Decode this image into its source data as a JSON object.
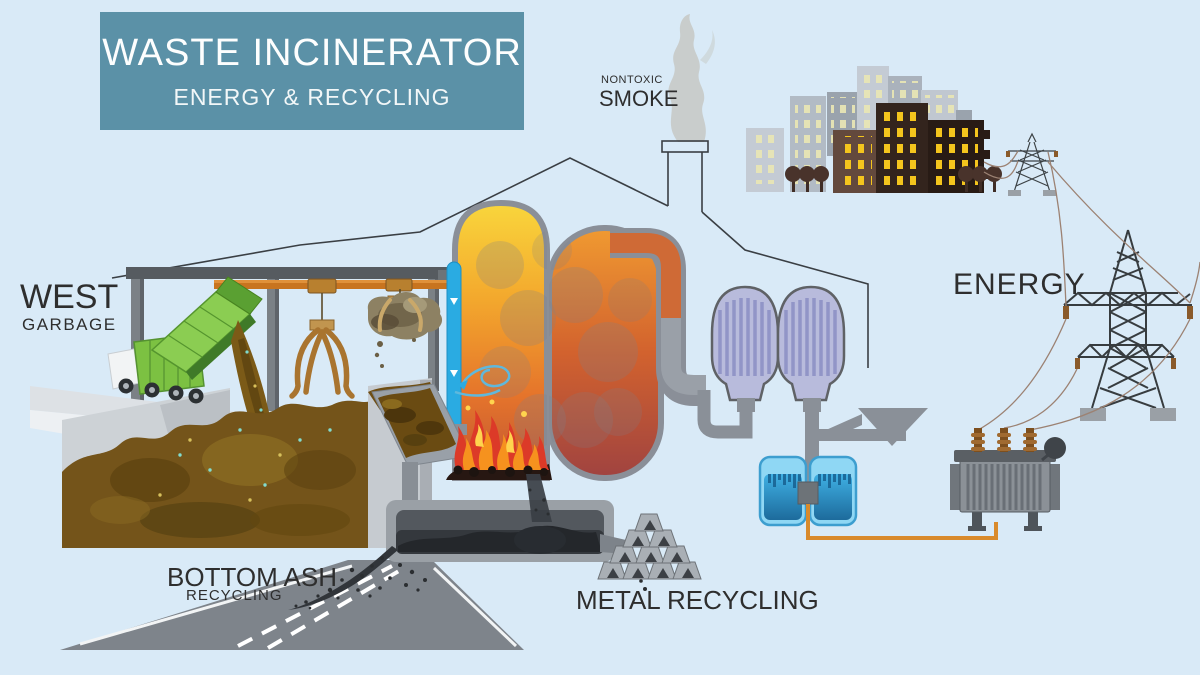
{
  "title": {
    "line1": "WASTE INCINERATOR",
    "line2": "ENERGY & RECYCLING"
  },
  "labels": {
    "nontoxic": "NONTOXIC",
    "smoke": "SMOKE",
    "west": "WEST",
    "west_sub": "GARBAGE",
    "energy": "ENERGY",
    "bottom_ash": "BOTTOM ASH",
    "bottom_ash_sub": "RECYCLING",
    "metal_recycling": "METAL RECYCLING"
  },
  "colors": {
    "background": "#d9eaf7",
    "title_box": "#5b91a7",
    "label_text": "#2e2e2e",
    "truck_green": "#7cc142",
    "garbage_brown": "#74541a",
    "incinerator_yellow": "#f9d63c",
    "incinerator_orange": "#e5742b",
    "incinerator_red": "#a04340",
    "vessel_outline_gray": "#8a8f98",
    "fire_red": "#dc3a28",
    "fire_orange": "#f6921e",
    "fire_yellow": "#ffd44e",
    "air_tube_blue": "#2aabe2",
    "filter_lavender": "#b8bbdc",
    "filter_stripe": "#9195c7",
    "water_blue": "#1d6b9c",
    "cable_orange": "#d98a2b",
    "window_yellow": "#f4c51d",
    "city_gray": "#b2bbc5",
    "city_dark_building": "#33241d",
    "ash_dark": "#2b2e31",
    "road_gray": "#7e848b",
    "metal_gray": "#a9afb5",
    "pylon_dark": "#3c4245",
    "wire_brown": "#9c8273",
    "smoke_gray": "#c6cac6"
  }
}
